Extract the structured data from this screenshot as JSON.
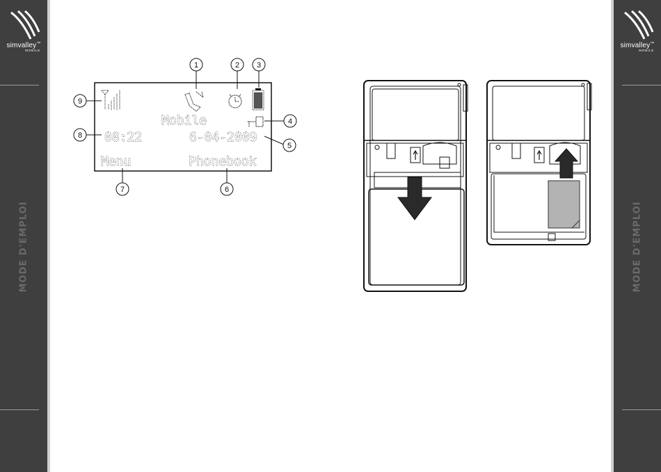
{
  "brand": {
    "name": "simvalley",
    "trademark": "™",
    "sub": "MOBILE"
  },
  "sidebar_label": "MODE D'EMPLOI",
  "display": {
    "operator": "Mobile",
    "time": "08:22",
    "date": "6-04-2009",
    "left_softkey": "Menu",
    "right_softkey": "Phonebook"
  },
  "callouts": [
    "1",
    "2",
    "3",
    "4",
    "5",
    "6",
    "7",
    "8",
    "9"
  ],
  "icons": {
    "signal": "signal-strength-icon",
    "missed": "missed-call-icon",
    "alarm": "alarm-clock-icon",
    "battery": "battery-icon",
    "keylock": "keylock-icon"
  },
  "colors": {
    "sidebar": "#3f3f3f",
    "sidebar_label": "#6a6a6a",
    "line": "#111111"
  }
}
